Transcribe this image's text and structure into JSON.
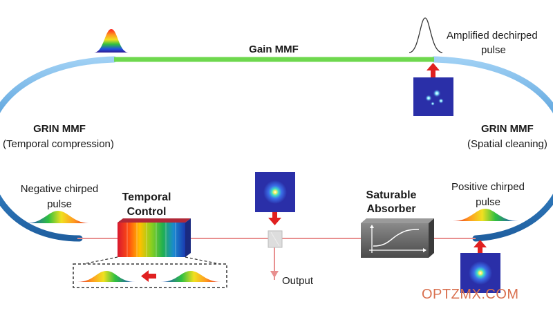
{
  "labels": {
    "gain": "Gain MMF",
    "amplified_line1": "Amplified dechirped",
    "amplified_line2": "pulse",
    "grin_left_title": "GRIN MMF",
    "grin_left_sub": "(Temporal compression)",
    "grin_right_title": "GRIN MMF",
    "grin_right_sub": "(Spatial cleaning)",
    "negative_line1": "Negative chirped",
    "negative_line2": "pulse",
    "temporal_line1": "Temporal",
    "temporal_line2": "Control",
    "saturable_line1": "Saturable",
    "saturable_line2": "Absorber",
    "positive_line1": "Positive chirped",
    "positive_line2": "pulse",
    "output": "Output"
  },
  "watermark": "OPTZMX.COM",
  "colors": {
    "fiber_blue": "#4a9ad6",
    "gain_green": "#6ed84e",
    "beam_red": "#e89090",
    "arrow_red": "#e02020",
    "mode_bg": "#2a2fa8",
    "watermark": "#d9704f"
  },
  "icons": {
    "spectrum": "rainbow-gaussian-icon",
    "mode_profile": "mode-profile-icon",
    "sa_curve": "saturable-absorption-curve-icon"
  }
}
